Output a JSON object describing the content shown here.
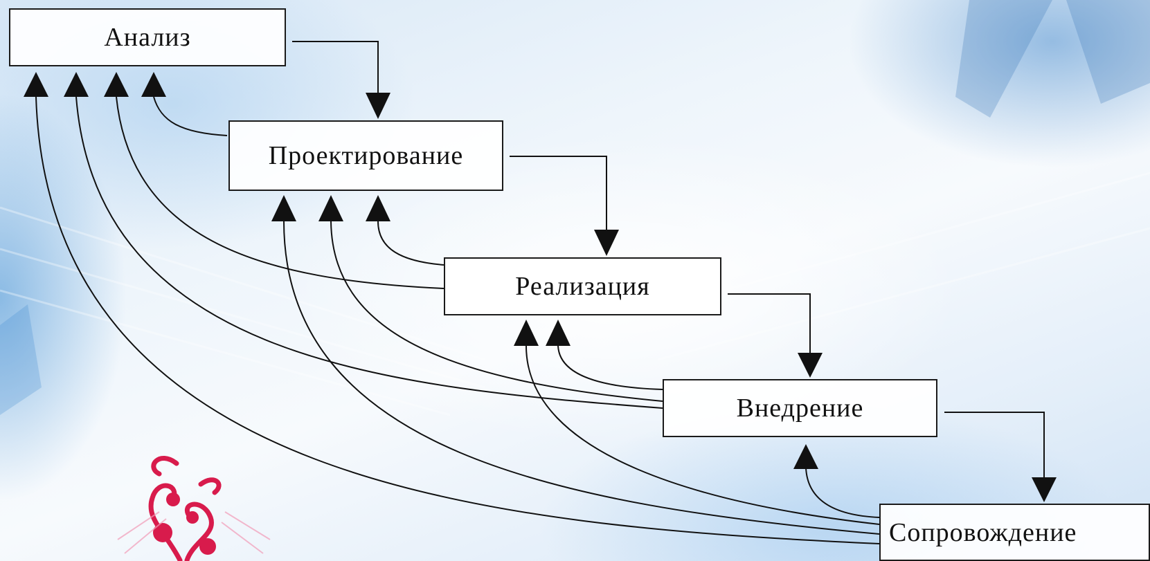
{
  "diagram": {
    "stages": [
      {
        "id": "analysis",
        "label": "Анализ"
      },
      {
        "id": "design",
        "label": "Проектирование"
      },
      {
        "id": "implementation",
        "label": "Реализация"
      },
      {
        "id": "deployment",
        "label": "Внедрение"
      },
      {
        "id": "maintenance",
        "label": "Сопровождение"
      }
    ],
    "forward_flow": [
      [
        "analysis",
        "design"
      ],
      [
        "design",
        "implementation"
      ],
      [
        "implementation",
        "deployment"
      ],
      [
        "deployment",
        "maintenance"
      ]
    ],
    "feedback_flow": [
      [
        "design",
        "analysis"
      ],
      [
        "implementation",
        "analysis"
      ],
      [
        "implementation",
        "design"
      ],
      [
        "deployment",
        "analysis"
      ],
      [
        "deployment",
        "design"
      ],
      [
        "deployment",
        "implementation"
      ],
      [
        "maintenance",
        "analysis"
      ],
      [
        "maintenance",
        "design"
      ],
      [
        "maintenance",
        "implementation"
      ],
      [
        "maintenance",
        "deployment"
      ]
    ]
  },
  "colors": {
    "line": "#111111",
    "box_border": "#1a1a1a",
    "box_fill": "#ffffff",
    "accent_flourish": "#d81b4c"
  },
  "decor": {
    "background": "light-blue-abstract",
    "ornament": "floral-swirl"
  }
}
